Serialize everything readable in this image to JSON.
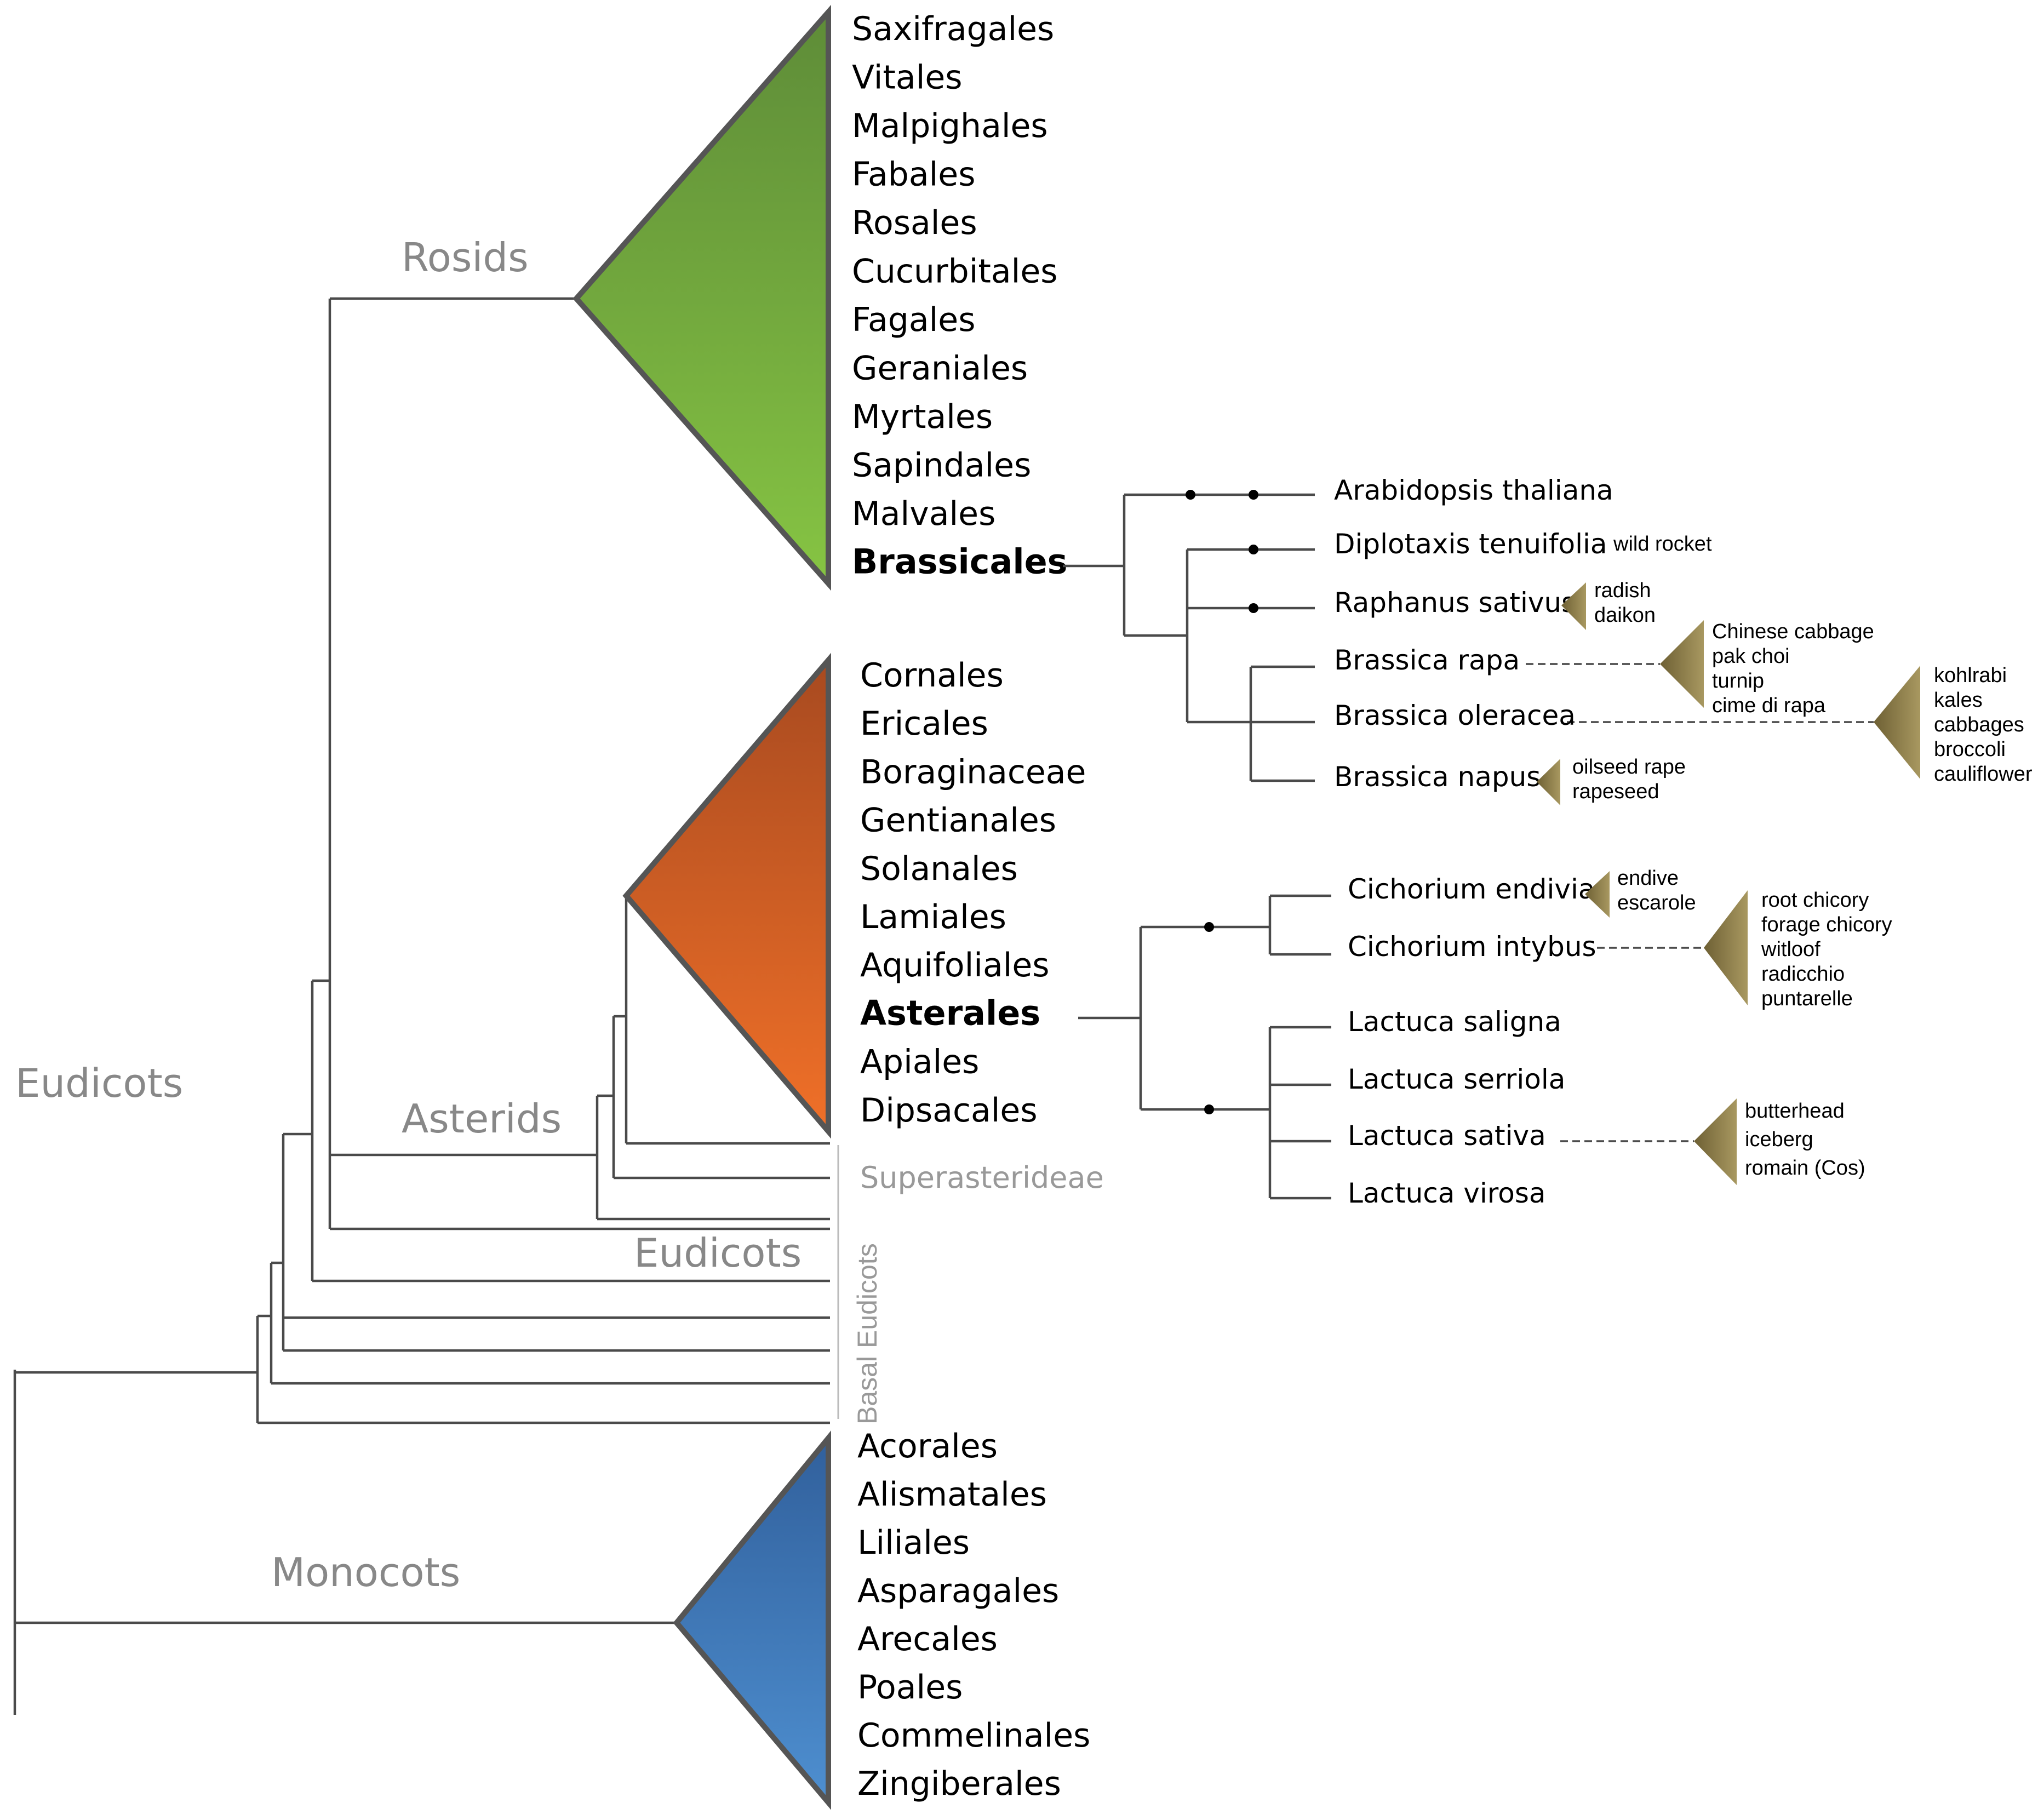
{
  "clades": {
    "rosids": "Rosids",
    "asterids": "Asterids",
    "eudicots_left": "Eudicots",
    "eudicots_mid": "Eudicots",
    "monocots": "Monocots",
    "superasterideae": "Superasterideae",
    "basal_eudicots": "Basal Eudicots"
  },
  "rosid_orders": [
    "Saxifragales",
    "Vitales",
    "Malpighales",
    "Fabales",
    "Rosales",
    "Cucurbitales",
    "Fagales",
    "Geraniales",
    "Myrtales",
    "Sapindales",
    "Malvales",
    "Brassicales"
  ],
  "asterid_orders": [
    "Cornales",
    "Ericales",
    "Boraginaceae",
    "Gentianales",
    "Solanales",
    "Lamiales",
    "Aquifoliales",
    "Asterales",
    "Apiales",
    "Dipsacales"
  ],
  "monocot_orders": [
    "Acorales",
    "Alismatales",
    "Liliales",
    "Asparagales",
    "Arecales",
    "Poales",
    "Commelinales",
    "Zingiberales"
  ],
  "brassicales": {
    "species": [
      "Arabidopsis thaliana",
      "Diplotaxis tenuifolia",
      "Raphanus sativus",
      "Brassica rapa",
      "Brassica oleracea",
      "Brassica napus"
    ],
    "diplotaxis_common": "wild rocket",
    "raphanus_crops": [
      "radish",
      "daikon"
    ],
    "rapa_crops": [
      "Chinese cabbage",
      "pak choi",
      "turnip",
      "cime di rapa"
    ],
    "oleracea_crops": [
      "kohlrabi",
      "kales",
      "cabbages",
      "broccoli",
      "cauliflower"
    ],
    "napus_crops": [
      "oilseed rape",
      "rapeseed"
    ]
  },
  "asterales": {
    "species": [
      "Cichorium endivia",
      "Cichorium intybus",
      "Lactuca saligna",
      "Lactuca serriola",
      "Lactuca sativa",
      "Lactuca virosa"
    ],
    "endivia_crops": [
      "endive",
      "escarole"
    ],
    "intybus_crops": [
      "root chicory",
      "forage chicory",
      "witloof",
      "radicchio",
      "puntarelle"
    ],
    "sativa_crops": [
      "butterhead",
      "iceberg",
      "romain (Cos)"
    ]
  },
  "colors": {
    "rosids_top": "#5e8c38",
    "rosids_bottom": "#86c443",
    "asterids_top": "#a84a20",
    "asterids_bottom": "#f07028",
    "monocots_top": "#31609c",
    "monocots_bottom": "#4e8fd0",
    "crop_triangle": "#8c7c4c"
  }
}
